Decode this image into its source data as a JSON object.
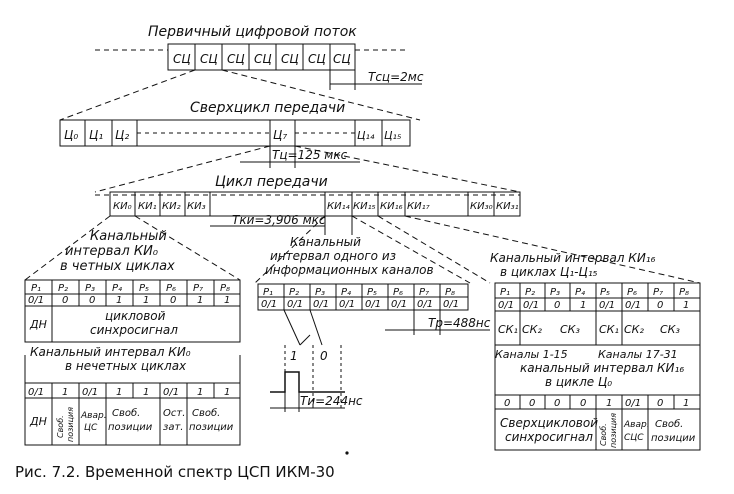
{
  "primary": {
    "title": "Первичный цифровой поток",
    "cell": "СЦ",
    "period": "Тсц=2мс"
  },
  "supercycle": {
    "title": "Сверхцикл передачи",
    "c0": "Ц₀",
    "c1": "Ц₁",
    "c2": "Ц₂",
    "c7": "Ц₇",
    "c14": "Ц₁₄",
    "c15": "Ц₁₅",
    "period": "Тц=125 мкс"
  },
  "cycle": {
    "title": "Цикл передачи",
    "k0": "КИ₀",
    "k1": "КИ₁",
    "k2": "КИ₂",
    "k3": "КИ₃",
    "k14": "КИ₁₄",
    "k15": "КИ₁₅",
    "k16": "КИ₁₆",
    "k17": "КИ₁₇",
    "k30": "КИ₃₀",
    "k31": "КИ₃₁",
    "period": "Тки=3,906 мкс"
  },
  "left": {
    "title1": "Канальный",
    "title2": "интервал КИ₀",
    "title3": "в четных циклах",
    "bits": [
      "P₁",
      "P₂",
      "P₃",
      "P₄",
      "P₅",
      "P₆",
      "P₇",
      "P₈"
    ],
    "even_vals": [
      "0/1",
      "0",
      "0",
      "1",
      "1",
      "0",
      "1",
      "1"
    ],
    "dn": "ДН",
    "sync1": "цикловой",
    "sync2": "синхросигнал",
    "odd1": "Канальный интервал КИ₀",
    "odd2": "в нечетных циклах",
    "odd_vals": [
      "0/1",
      "1",
      "0/1",
      "1",
      "1",
      "0/1",
      "1",
      "1"
    ],
    "odd_dn": "ДН",
    "odd_sv1": "Своб.",
    "odd_sv2": "позиция",
    "odd_av1": "Авар.",
    "odd_av2": "ЦС",
    "odd_fr1": "Своб.",
    "odd_fr2": "позиции",
    "odd_os1": "Ост.",
    "odd_os2": "зат.",
    "odd_fr3": "Своб.",
    "odd_fr4": "позиции"
  },
  "middle": {
    "title1": "Канальный",
    "title2": "интервал одного из",
    "title3": "информационных каналов",
    "bits": [
      "P₁",
      "P₂",
      "P₃",
      "P₄",
      "P₅",
      "P₆",
      "P₇",
      "P₈"
    ],
    "vals": [
      "0/1",
      "0/1",
      "0/1",
      "0/1",
      "0/1",
      "0/1",
      "0/1",
      "0/1"
    ],
    "tp": "Тр=488нс",
    "one": "1",
    "zero": "0",
    "ti": "Ти=244нс"
  },
  "right": {
    "title1": "Канальный интервал КИ₁₆",
    "title2": "в циклах Ц₁-Ц₁₅",
    "bits": [
      "P₁",
      "P₂",
      "P₃",
      "P₄",
      "P₅",
      "P₆",
      "P₇",
      "P₈"
    ],
    "vals": [
      "0/1",
      "0/1",
      "0",
      "1",
      "0/1",
      "0/1",
      "0",
      "1"
    ],
    "sk1": "СК₁",
    "sk2": "СК₂",
    "sk3": "СК₃",
    "sk1b": "СК₁",
    "sk2b": "СК₂",
    "sk3b": "СК₃",
    "ch1": "Каналы 1-15",
    "ch2": "Каналы 17-31",
    "t2": "канальный интервал КИ₁₆",
    "t3": "в цикле Ц₀",
    "c0_vals": [
      "0",
      "0",
      "0",
      "0",
      "1",
      "0/1",
      "0",
      "1"
    ],
    "sync1": "Сверхцикловой",
    "sync2": "синхросигнал",
    "fr1": "Своб.",
    "fr2": "позиция",
    "av1": "Авар.",
    "av2": "СЦС",
    "fr3": "Своб.",
    "fr4": "позиции"
  },
  "caption": "Рис. 7.2. Временной спектр ЦСП ИКМ-30"
}
